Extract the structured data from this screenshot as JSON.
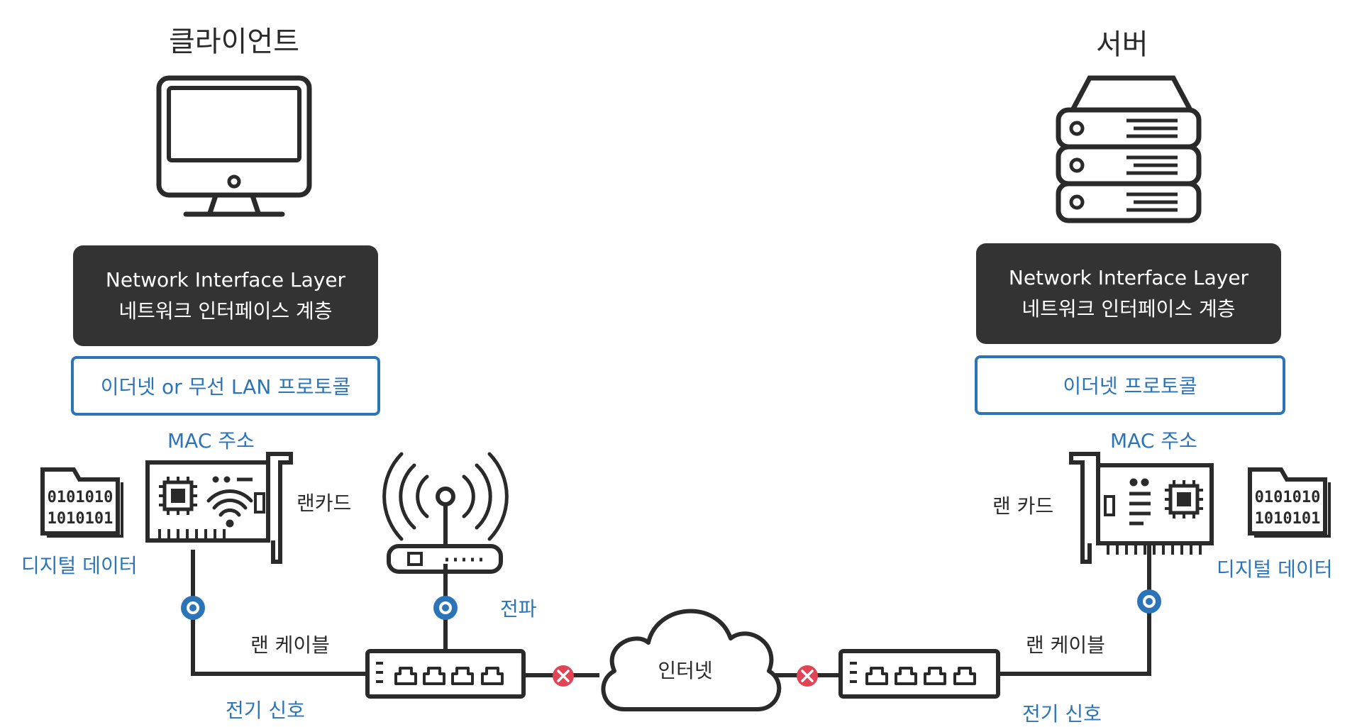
{
  "client": {
    "title": "클라이언트",
    "layer_en": "Network Interface Layer",
    "layer_ko": "네트워크 인터페이스 계층",
    "protocol": "이더넷 or  무선 LAN 프로토콜",
    "mac": "MAC 주소",
    "lancard": "랜카드",
    "digital_data": "디지털 데이터",
    "cable": "랜 케이블",
    "signal": "전기 신호",
    "binary_line1": "0101010",
    "binary_line2": "1010101"
  },
  "server": {
    "title": "서버",
    "layer_en": "Network Interface Layer",
    "layer_ko": "네트워크 인터페이스 계층",
    "protocol": "이더넷 프로토콜",
    "mac": "MAC 주소",
    "lancard": "랜 카드",
    "digital_data": "디지털 데이터",
    "cable": "랜 케이블",
    "signal": "전기 신호",
    "binary_line1": "0101010",
    "binary_line2": "1010101"
  },
  "wireless": {
    "label": "전파"
  },
  "internet": {
    "label": "인터넷"
  },
  "colors": {
    "accent": "#2b74b7",
    "dark": "#333333",
    "error": "#e04455"
  }
}
